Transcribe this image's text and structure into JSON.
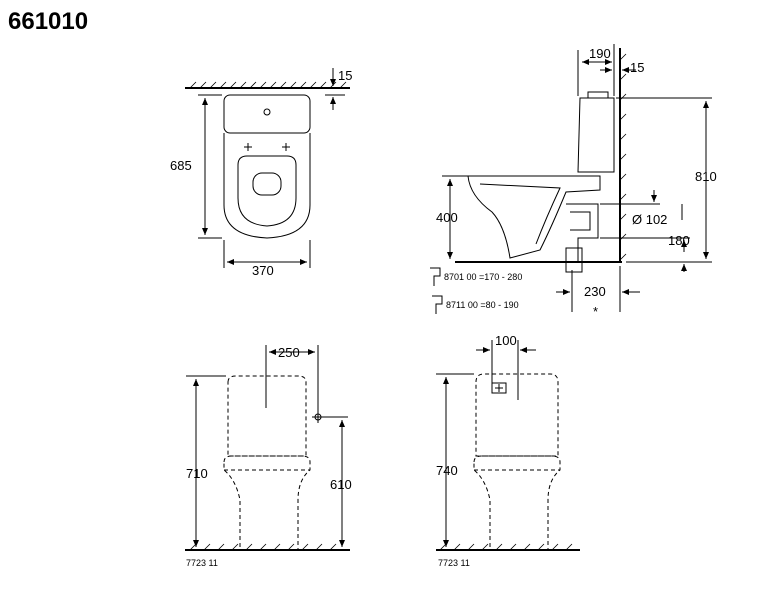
{
  "product_code": "661010",
  "top_view": {
    "depth": "685",
    "width": "370",
    "wall_gap": "15"
  },
  "side_view": {
    "tank_depth": "190",
    "wall_gap": "15",
    "total_height": "810",
    "seat_height": "400",
    "outlet_diameter": "Ø 102",
    "outlet_height": "180",
    "outlet_distance": "230",
    "connector_1": "8701 00 =170 - 280",
    "connector_2": "8711 00 =80 - 190",
    "footnote_mark": "*"
  },
  "front_view_left": {
    "offset": "250",
    "total_height": "710",
    "supply_height": "610",
    "code": "7723 11"
  },
  "front_view_right": {
    "offset": "100",
    "total_height": "740",
    "code": "7723 11"
  }
}
